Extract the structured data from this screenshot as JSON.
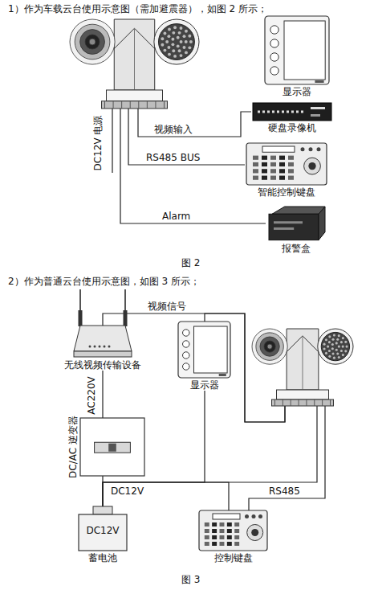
{
  "diagram": {
    "nodes": [
      {
        "text": []
      },
      {
        "text": [
          "显示器"
        ]
      },
      {
        "text": [
          "硬盘录像机"
        ]
      },
      {
        "text": [
          "智能控制键盘"
        ]
      },
      {
        "text": [
          "报警盒"
        ]
      },
      {
        "text": [
          "无线视频传输设备"
        ]
      },
      {
        "text": [
          "显示器"
        ]
      },
      {
        "text": []
      },
      {
        "text": [
          "DC/AC 逆变器"
        ]
      },
      {
        "text": [
          "DC12V",
          "蓄电池"
        ]
      },
      {
        "text": [
          "控制键盘"
        ]
      }
    ],
    "edges": [
      {
        "from": 0,
        "to": 2,
        "label": "视频输入",
        "arrow": "none"
      },
      {
        "from": 0,
        "to": 3,
        "label": "RS485 BUS",
        "arrow": "none"
      },
      {
        "from": 0,
        "to": 4,
        "label": "Alarm",
        "arrow": "none"
      },
      {
        "from": 7,
        "to": 5,
        "label": "视频信号",
        "arrow": "none"
      },
      {
        "from": 7,
        "to": 6,
        "arrow": "none"
      },
      {
        "from": 5,
        "to": 8,
        "label": "AC220V",
        "arrow": "none"
      },
      {
        "from": 9,
        "to": 8,
        "label": "DC12V",
        "arrow": "none"
      },
      {
        "from": 9,
        "to": 6,
        "arrow": "none"
      },
      {
        "from": 9,
        "to": 7,
        "arrow": "none"
      },
      {
        "from": 9,
        "to": 10,
        "arrow": "none"
      },
      {
        "from": 10,
        "to": 7,
        "label": "RS485",
        "arrow": "none"
      }
    ],
    "labels": [
      "1）作为车载云台使用示意图（需加避震器），如图 2 所示；",
      "DC12V 电源",
      "图 2",
      "2）作为普通云台使用示意图，如图 3 所示；",
      "图 3"
    ]
  }
}
